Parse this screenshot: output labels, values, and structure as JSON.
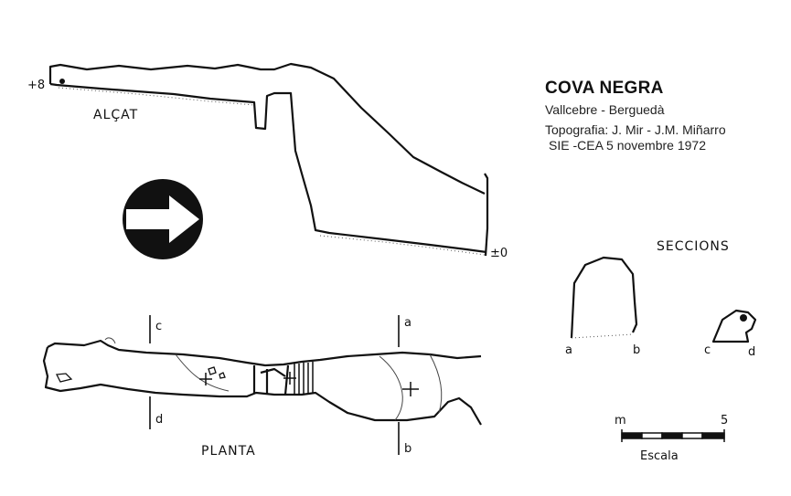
{
  "header": {
    "title": "COVA NEGRA",
    "location": "Vallcebre - Berguedà",
    "topography": "Topografia: J. Mir - J.M. Miñarro",
    "org_date": "SIE -CEA    5 novembre 1972"
  },
  "views": {
    "elevation_label": "ALÇAT",
    "plan_label": "PLANTA",
    "sections_label": "SECCIONS"
  },
  "elevation_marks": {
    "top": "+8",
    "bottom": "±0"
  },
  "section_letters": {
    "a": "a",
    "b": "b",
    "c": "c",
    "d": "d"
  },
  "scale": {
    "unit": "m",
    "max": "5",
    "label": "Escala"
  },
  "icons": [
    "direction-arrow-icon"
  ]
}
